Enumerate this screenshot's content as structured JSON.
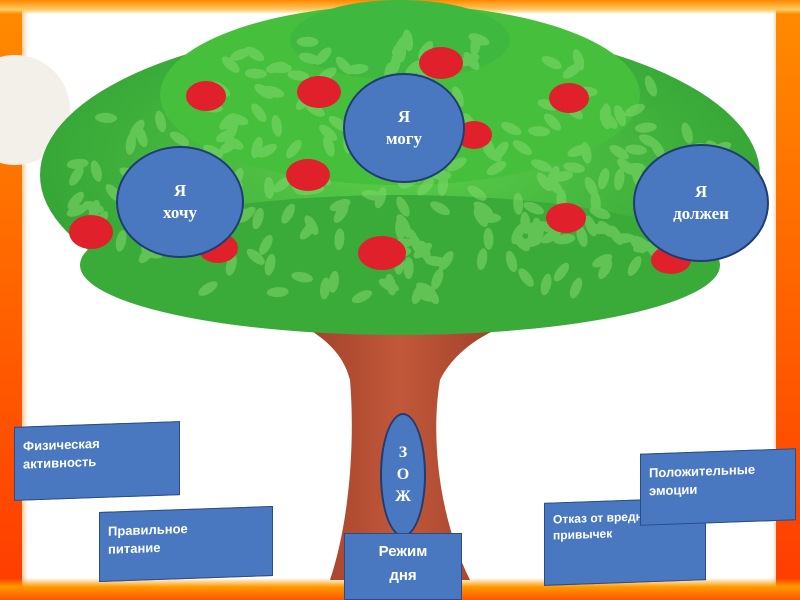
{
  "circles": {
    "can": {
      "line1": "Я",
      "line2": "могу"
    },
    "want": {
      "line1": "Я",
      "line2": "хочу"
    },
    "must": {
      "line1": "Я",
      "line2": "должен"
    }
  },
  "trunk_label": {
    "l1": "З",
    "l2": "О",
    "l3": "Ж"
  },
  "flags": {
    "physical": {
      "line1": "Физическая",
      "line2": "активность"
    },
    "nutrition": {
      "line1": "Правильное",
      "line2": "питание"
    },
    "regime": {
      "line1": "Режим",
      "line2": "дня"
    },
    "habits": {
      "line1": "Отказ от вредных",
      "line2": "привычек"
    },
    "emotions": {
      "line1": "Положительные",
      "line2": "эмоции"
    }
  },
  "colors": {
    "circle_fill": "#4a78c0",
    "leaf": "#3fb83f",
    "apple": "#e0202a",
    "trunk": "#a8442a",
    "frame": "#ff6a00"
  }
}
